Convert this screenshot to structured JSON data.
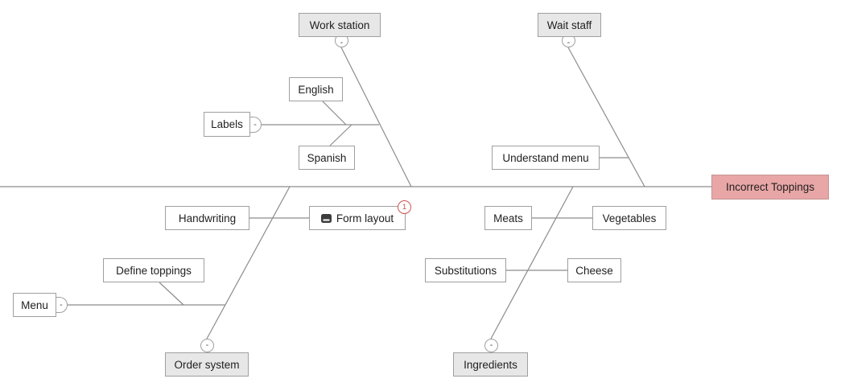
{
  "diagram": {
    "effect": {
      "label": "Incorrect Toppings"
    },
    "toggle_glyph": "-",
    "badge": {
      "value": "1"
    },
    "icons": {
      "form_layout": "form-icon"
    },
    "nodes": {
      "work_station": "Work station",
      "wait_staff": "Wait staff",
      "english": "English",
      "labels": "Labels",
      "spanish": "Spanish",
      "understand_menu": "Understand menu",
      "handwriting": "Handwriting",
      "form_layout": "Form layout",
      "meats": "Meats",
      "vegetables": "Vegetables",
      "define_toppings": "Define toppings",
      "substitutions": "Substitutions",
      "cheese": "Cheese",
      "menu": "Menu",
      "order_system": "Order system",
      "ingredients": "Ingredients"
    },
    "colors": {
      "line": "#8c8c8c",
      "box_border": "#9f9f9f",
      "category_fill": "#e7e7e7",
      "effect_fill": "#e9a6a6",
      "effect_border": "#c59493",
      "badge_red": "#c9524e",
      "text": "#1f1f1f"
    }
  }
}
